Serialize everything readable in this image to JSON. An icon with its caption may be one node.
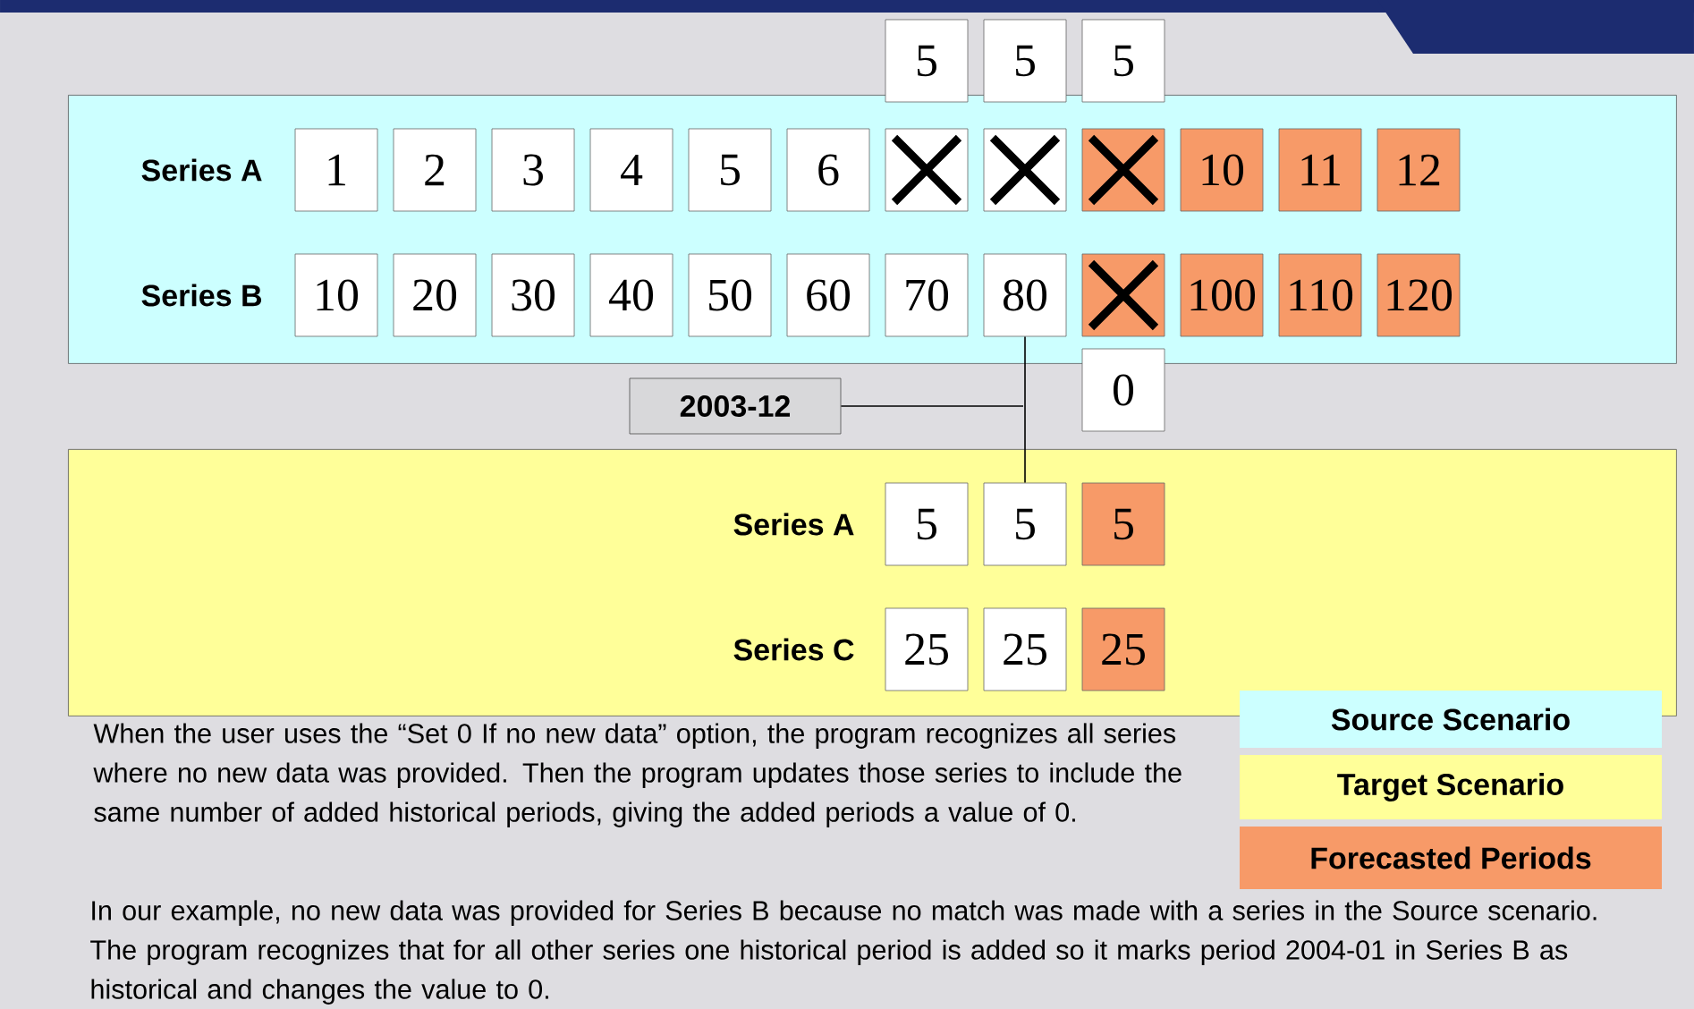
{
  "diagram": {
    "nodes": [
      {
        "text": [
          "5"
        ]
      },
      {
        "text": [
          "5"
        ]
      },
      {
        "text": [
          "5"
        ]
      },
      {
        "text": [],
        "shape": "box"
      },
      {
        "text": [
          "1"
        ],
        "in": 3
      },
      {
        "text": [
          "2"
        ],
        "in": 3
      },
      {
        "text": [
          "3"
        ],
        "in": 3
      },
      {
        "text": [
          "4"
        ],
        "in": 3
      },
      {
        "text": [
          "5"
        ],
        "in": 3
      },
      {
        "text": [
          "6"
        ],
        "in": 3
      },
      {
        "text": [],
        "shape": "box",
        "in": 3
      },
      {
        "text": [],
        "shape": "box",
        "in": 3
      },
      {
        "text": [],
        "shape": "box",
        "in": 3
      },
      {
        "text": [
          "10"
        ],
        "in": 3
      },
      {
        "text": [
          "11"
        ],
        "in": 3
      },
      {
        "text": [
          "12"
        ],
        "in": 3
      },
      {
        "text": [
          "10"
        ],
        "in": 3
      },
      {
        "text": [
          "20"
        ],
        "in": 3
      },
      {
        "text": [
          "30"
        ],
        "in": 3
      },
      {
        "text": [
          "40"
        ],
        "in": 3
      },
      {
        "text": [
          "50"
        ],
        "in": 3
      },
      {
        "text": [
          "60"
        ],
        "in": 3
      },
      {
        "text": [
          "70"
        ],
        "in": 3
      },
      {
        "text": [
          "80"
        ],
        "in": 3
      },
      {
        "text": [],
        "shape": "box",
        "in": 3
      },
      {
        "text": [
          "100"
        ],
        "in": 3
      },
      {
        "text": [
          "110"
        ],
        "in": 3
      },
      {
        "text": [
          "120"
        ],
        "in": 3
      },
      {
        "text": [
          "0"
        ]
      },
      {
        "text": [
          "2003-12"
        ]
      },
      {
        "text": [],
        "shape": "box"
      },
      {
        "text": [
          "5"
        ],
        "in": 30
      },
      {
        "text": [
          "5"
        ],
        "in": 30
      },
      {
        "text": [
          "5"
        ],
        "in": 30
      },
      {
        "text": [
          "25"
        ],
        "in": 30
      },
      {
        "text": [
          "25"
        ],
        "in": 30
      },
      {
        "text": [
          "25"
        ],
        "in": 30
      }
    ],
    "edges": [
      {
        "from": 23,
        "to": 32,
        "arrow": "none"
      },
      {
        "from": 29,
        "to": null,
        "arrow": "none"
      }
    ],
    "labels": [
      "Series A",
      "Series B",
      "Series A",
      "Series C",
      "When the user uses the “Set 0 If no new data” option, the program recognizes all series where no new data was provided.  Then the program updates those series to include the same number of added historical periods, giving the added periods a value of 0.",
      "In our example, no new data was provided for Series B because no match was made with a series in the Source scenario.  The program recognizes that for all other series one historical period is added so it marks period 2004-01 in Series B as historical and changes the value to 0."
    ],
    "legend": [
      {
        "text": "Source Scenario",
        "color": "#ccffff"
      },
      {
        "text": "Target Scenario",
        "color": "#ffff99"
      },
      {
        "text": "Forecasted Periods",
        "color": "#f79a68"
      }
    ]
  }
}
